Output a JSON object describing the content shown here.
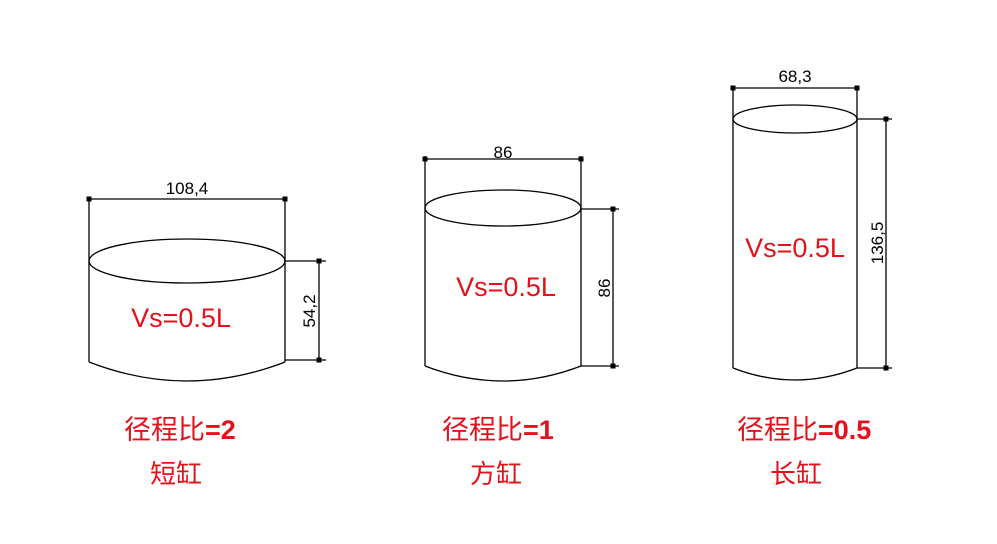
{
  "colors": {
    "line": "#000000",
    "accent_red": "#e4111b",
    "background": "#ffffff"
  },
  "cylinders": [
    {
      "id": "short",
      "diameter_label": "108,4",
      "height_label": "54,2",
      "volume_label": "Vs=0.5L",
      "ratio_prefix": "径程比",
      "ratio_value": "=2",
      "kind_label": "短缸"
    },
    {
      "id": "square",
      "diameter_label": "86",
      "height_label": "86",
      "volume_label": "Vs=0.5L",
      "ratio_prefix": "径程比",
      "ratio_value": "=1",
      "kind_label": "方缸"
    },
    {
      "id": "long",
      "diameter_label": "68,3",
      "height_label": "136,5",
      "volume_label": "Vs=0.5L",
      "ratio_prefix": "径程比",
      "ratio_value": "=0.5",
      "kind_label": "长缸"
    }
  ]
}
